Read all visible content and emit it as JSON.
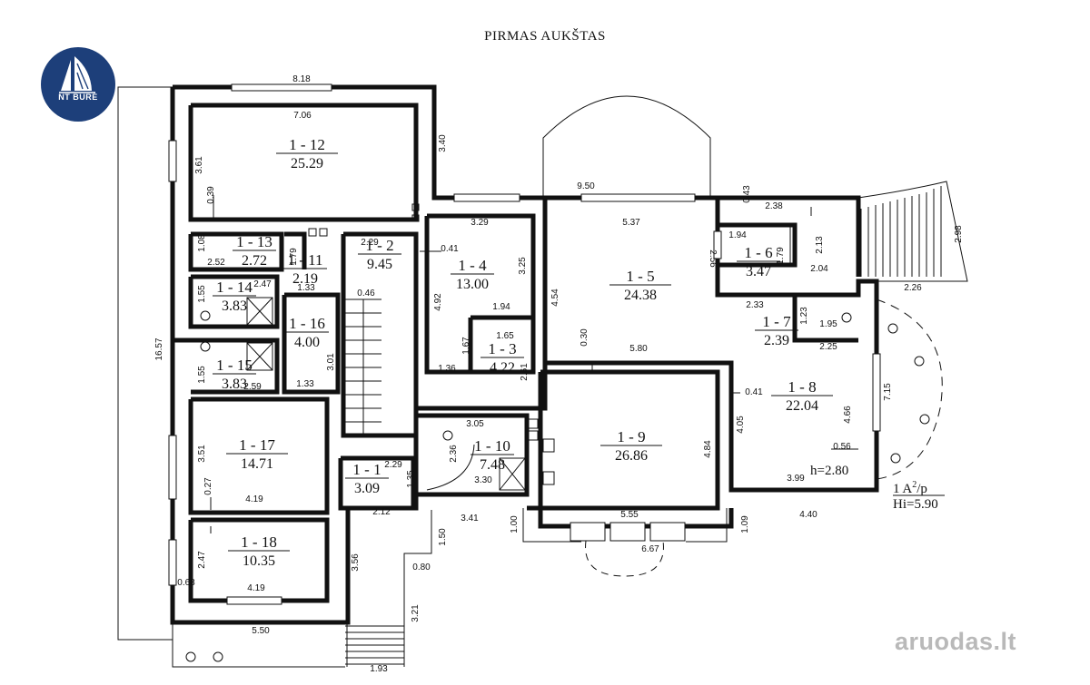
{
  "title": "PIRMAS AUKŠTAS",
  "logo": {
    "text": "NT BURĖ",
    "color": "#1d3f7a"
  },
  "watermark": "aruodas.lt",
  "rooms": [
    {
      "id": "1 - 12",
      "area": "25.29"
    },
    {
      "id": "1 - 13",
      "area": "2.72"
    },
    {
      "id": "1 - 11",
      "area": "2.19"
    },
    {
      "id": "1 - 2",
      "area": "9.45"
    },
    {
      "id": "1 - 4",
      "area": "13.00"
    },
    {
      "id": "1 - 5",
      "area": "24.38"
    },
    {
      "id": "1 - 6",
      "area": "3.47"
    },
    {
      "id": "1 - 7",
      "area": "2.39"
    },
    {
      "id": "1 - 14",
      "area": "3.83"
    },
    {
      "id": "1 - 16",
      "area": "4.00"
    },
    {
      "id": "1 - 15",
      "area": "3.83"
    },
    {
      "id": "1 - 3",
      "area": "4.22"
    },
    {
      "id": "1 - 8",
      "area": "22.04"
    },
    {
      "id": "1 - 9",
      "area": "26.86"
    },
    {
      "id": "1 - 10",
      "area": "7.48"
    },
    {
      "id": "1 - 17",
      "area": "14.71"
    },
    {
      "id": "1 - 1",
      "area": "3.09"
    },
    {
      "id": "1 - 18",
      "area": "10.35"
    }
  ],
  "dimensions": [
    "8.18",
    "7.06",
    "3.40",
    "3.61",
    "0.39",
    "9.50",
    "0.43",
    "2.38",
    "2.98",
    "3.29",
    "5.37",
    "1.94",
    "2.13",
    "2.04",
    "2.26",
    "1.08",
    "2.52",
    "1.79",
    "2.29",
    "0.41",
    "3.25",
    "2.56",
    "1.79",
    "4.54",
    "2.47",
    "1.33",
    "0.46",
    "4.92",
    "1.55",
    "2.33",
    "1.23",
    "1.95",
    "16.57",
    "1.94",
    "0.30",
    "5.80",
    "2.25",
    "1.65",
    "1.67",
    "1.55",
    "3.01",
    "2.59",
    "1.33",
    "1.36",
    "2.61",
    "7.15",
    "0.41",
    "4.66",
    "3.05",
    "4.05",
    "3.51",
    "2.36",
    "4.84",
    "0.56",
    "2.29",
    "0.27",
    "4.19",
    "1.35",
    "3.30",
    "3.99",
    "2.12",
    "3.41",
    "5.55",
    "4.40",
    "1.00",
    "1.09",
    "1.50",
    "6.67",
    "2.47",
    "3.56",
    "0.68",
    "0.80",
    "4.19",
    "3.21",
    "5.50",
    "1.93"
  ],
  "notes": {
    "height": "h=2.80",
    "level": "1 A",
    "level_suffix": "/p",
    "superscript": "2",
    "hi": "Hi=5.90"
  }
}
